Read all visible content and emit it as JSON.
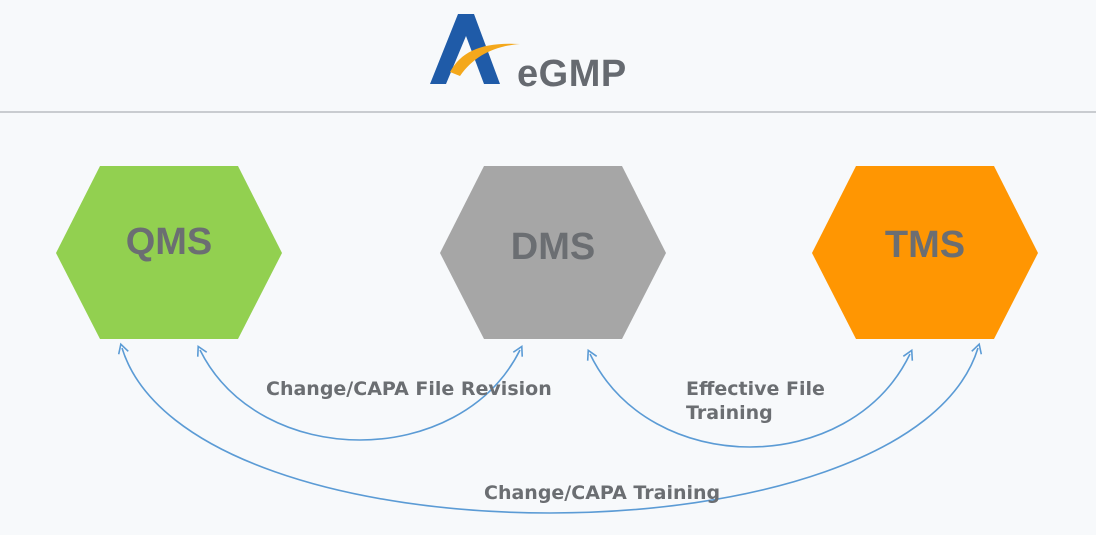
{
  "header": {
    "brand": "eGMP",
    "logo_icon": "a-swoosh-logo-icon",
    "colors": {
      "logo_blue": "#1f5ba8",
      "logo_orange": "#f4a81c",
      "brand_text": "#666a70"
    }
  },
  "modules": [
    {
      "id": "qms",
      "label": "QMS",
      "fill": "#92d050",
      "text_color": "#6b6e72"
    },
    {
      "id": "dms",
      "label": "DMS",
      "fill": "#a6a6a6",
      "text_color": "#6b6e72"
    },
    {
      "id": "tms",
      "label": "TMS",
      "fill": "#ff9602",
      "text_color": "#6b6e72"
    }
  ],
  "links": [
    {
      "id": "qms-dms",
      "from": "QMS",
      "to": "DMS",
      "label": "Change/CAPA File Revision"
    },
    {
      "id": "dms-tms",
      "from": "DMS",
      "to": "TMS",
      "label_line1": "Effective File",
      "label_line2": "Training"
    },
    {
      "id": "qms-tms",
      "from": "QMS",
      "to": "TMS",
      "label": "Change/CAPA Training"
    }
  ],
  "arrow_color": "#5b9bd5"
}
